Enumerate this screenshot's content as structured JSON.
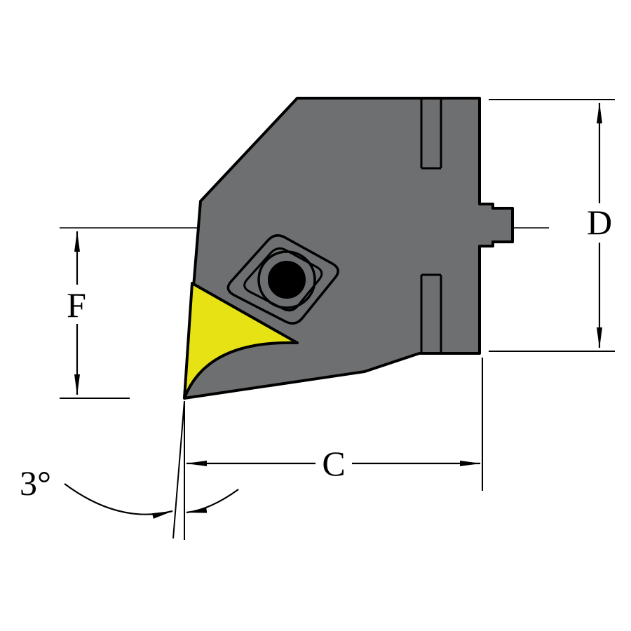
{
  "figure": {
    "title": "Cutting head technical drawing",
    "kind": "dimensioned engineering diagram of a lathe tool head with triangular insert"
  },
  "labels": {
    "dim_d": "D",
    "dim_f": "F",
    "dim_c": "C",
    "angle": "3°"
  },
  "colors": {
    "body": "#6e6f71",
    "insert": "#e7e214",
    "hole": "#000000",
    "line": "#000000",
    "background": "#ffffff"
  }
}
